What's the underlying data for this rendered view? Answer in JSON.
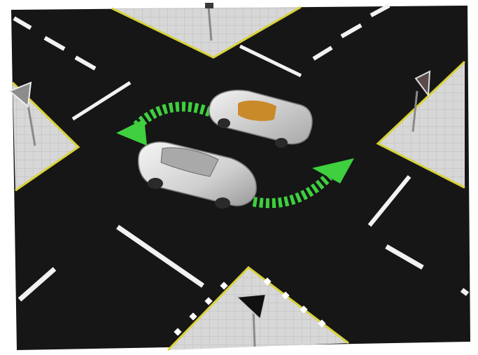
{
  "scene": {
    "kind": "illustration",
    "subject": "intersection",
    "objects": [
      "road",
      "sidewalk",
      "yield-sign",
      "car",
      "convertible-car",
      "turn-arrow"
    ]
  },
  "colors": {
    "asphalt": "#161616",
    "sidewalk": "#dcdcdc",
    "curb_line": "#d8d23a",
    "lane_marking": "#f2f2f2",
    "arrow_green": "#3fcf3f",
    "car_body": "#d9d9d9",
    "convertible_interior": "#c98a2a"
  },
  "icons": [
    "turn-arrow-left",
    "turn-arrow-right",
    "yield-sign-icon"
  ]
}
